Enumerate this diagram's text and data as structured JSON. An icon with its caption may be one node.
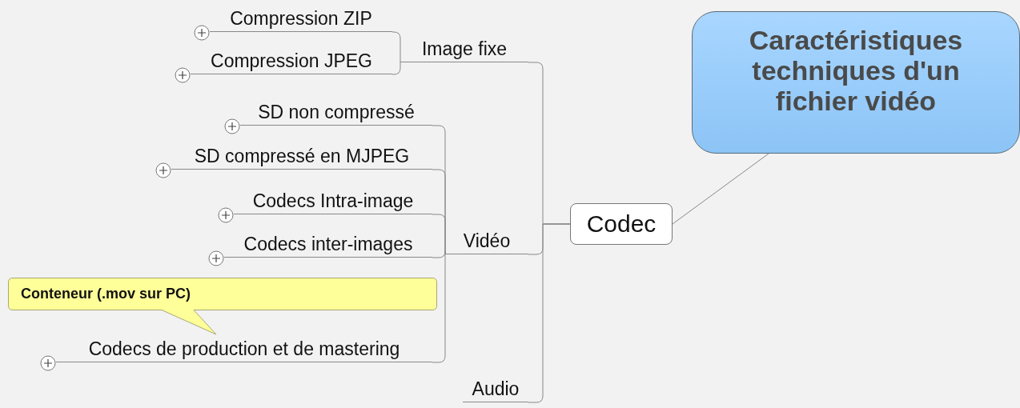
{
  "diagram": {
    "nodes": [
      {
        "text": [
          "Caractéristiques techniques d'un fichier vidéo"
        ]
      },
      {
        "text": [
          "Codec"
        ]
      },
      {
        "text": [
          "Image fixe"
        ]
      },
      {
        "text": [
          "Compression ZIP"
        ]
      },
      {
        "text": [
          "Compression JPEG"
        ]
      },
      {
        "text": [
          "Vidéo"
        ]
      },
      {
        "text": [
          "SD non compressé"
        ]
      },
      {
        "text": [
          "SD compressé en MJPEG"
        ]
      },
      {
        "text": [
          "Codecs Intra-image"
        ]
      },
      {
        "text": [
          "Codecs inter-images"
        ]
      },
      {
        "text": [
          "Conteneur (.mov sur PC)"
        ]
      },
      {
        "text": [
          "Codecs de production et de mastering"
        ]
      },
      {
        "text": [
          "Audio"
        ]
      }
    ],
    "edges": [
      {
        "from": 0,
        "to": 1,
        "arrow": "none"
      },
      {
        "from": 1,
        "to": 2,
        "arrow": "none"
      },
      {
        "from": 1,
        "to": 5,
        "arrow": "none"
      },
      {
        "from": 1,
        "to": 12,
        "arrow": "none"
      },
      {
        "from": 2,
        "to": 3,
        "arrow": "none"
      },
      {
        "from": 2,
        "to": 4,
        "arrow": "none"
      },
      {
        "from": 5,
        "to": 6,
        "arrow": "none"
      },
      {
        "from": 5,
        "to": 7,
        "arrow": "none"
      },
      {
        "from": 5,
        "to": 8,
        "arrow": "none"
      },
      {
        "from": 5,
        "to": 9,
        "arrow": "none"
      },
      {
        "from": 5,
        "to": 11,
        "arrow": "none"
      }
    ]
  }
}
